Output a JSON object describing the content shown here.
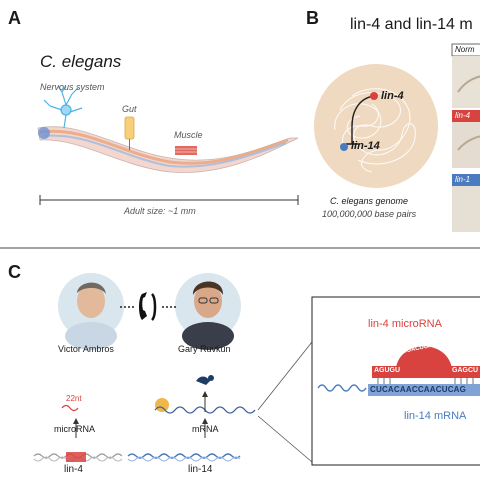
{
  "panel_a": {
    "letter": "A",
    "title": "C. elegans",
    "nervous_label": "Nervous system",
    "gut_label": "Gut",
    "muscle_label": "Muscle",
    "size_label": "Adult size: ~1 mm"
  },
  "panel_b": {
    "letter": "B",
    "title": "lin-4 and lin-14 m",
    "gene_lin4": "lin-4",
    "gene_lin14": "lin-14",
    "genome_label": "C. elegans genome",
    "genome_size": "100,000,000 base pairs",
    "tab_normal": "Norm",
    "tab_lin4": "lin-4",
    "tab_lin14": "lin-1"
  },
  "panel_c": {
    "letter": "C",
    "person1": "Victor Ambros",
    "person2": "Gary Ruvkun",
    "nt_label": "22nt",
    "microrna_label": "microRNA",
    "mrna_label": "mRNA",
    "gene1": "lin-4",
    "gene2": "lin-14",
    "inset_microrna": "lin-4 microRNA",
    "inset_mrna": "lin-14 mRNA",
    "seq_left": "AGUGU",
    "seq_loop": "GUACUCA",
    "seq_right": "GAGCU",
    "seq_target": "CUCACAACCAACUCAG"
  },
  "colors": {
    "accent_red": "#d9433f",
    "accent_blue": "#4a7bbf",
    "genome_bg": "#efd9c0"
  }
}
